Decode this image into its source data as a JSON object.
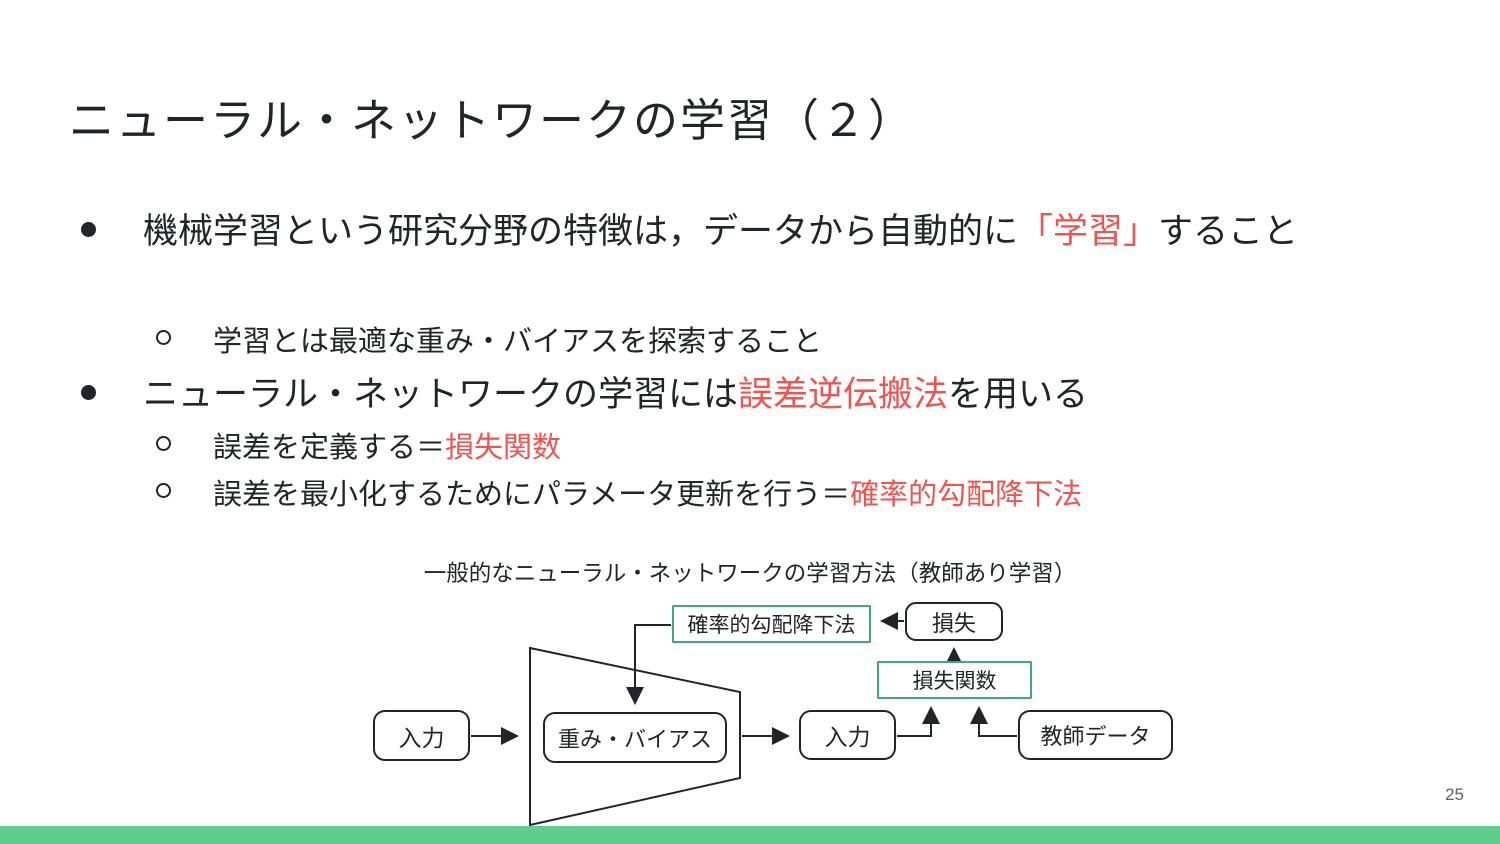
{
  "slide": {
    "title": "ニューラル・ネットワークの学習（２）",
    "page_number": "25"
  },
  "colors": {
    "accent_red": "#f0544f",
    "diagram_green_border": "#43a874",
    "bottom_bar_green": "#5fcb8d",
    "text_dark": "#212529"
  },
  "bullets": {
    "b1_pre": "機械学習という研究分野の特徴は，データから自動的に",
    "b1_red": "「学習」",
    "b1_post": "すること",
    "b1_sub1": "学習とは最適な重み・バイアスを探索すること",
    "b2_pre": "ニューラル・ネットワークの学習には",
    "b2_red": "誤差逆伝搬法",
    "b2_post": "を用いる",
    "b2_sub1_pre": "誤差を定義する＝",
    "b2_sub1_red": "損失関数",
    "b2_sub2_pre": "誤差を最小化するためにパラメータ更新を行う＝",
    "b2_sub2_red": "確率的勾配降下法"
  },
  "diagram": {
    "caption": "一般的なニューラル・ネットワークの学習方法（教師あり学習）",
    "boxes": {
      "input_left": "入力",
      "weights": "重み・バイアス",
      "input_right": "入力",
      "sgd": "確率的勾配降下法",
      "loss": "損失",
      "loss_fn": "損失関数",
      "teacher": "教師データ"
    }
  }
}
